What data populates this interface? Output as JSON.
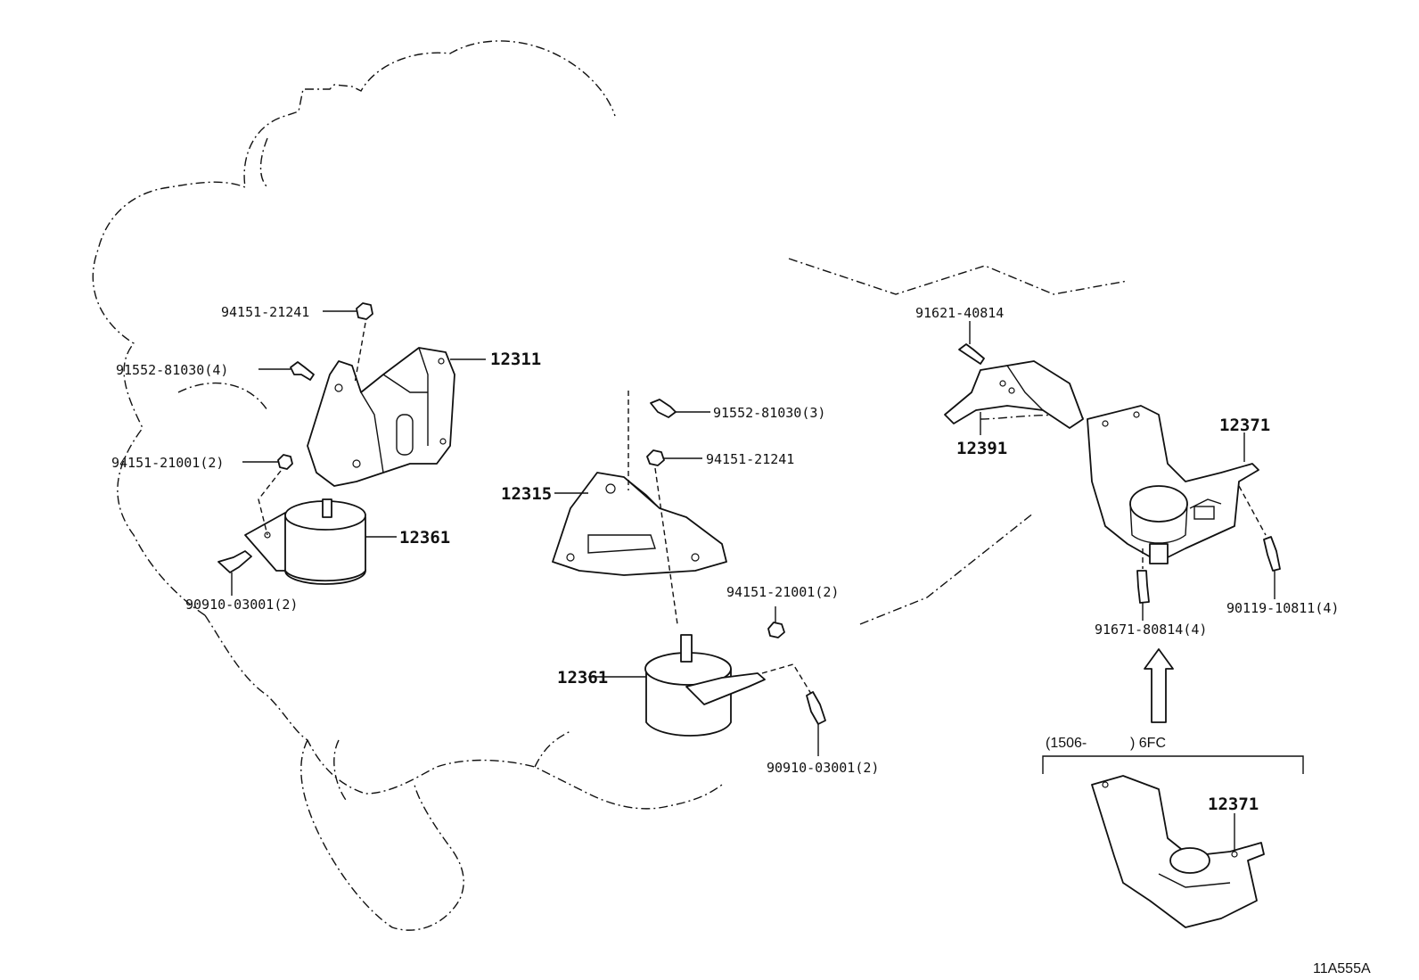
{
  "labels": {
    "p94151_21241_a": "94151-21241",
    "p91552_81030_4": "91552-81030(4)",
    "p94151_21001_2_a": "94151-21001(2)",
    "p90910_03001_2_a": "90910-03001(2)",
    "p12311": "12311",
    "p12361_a": "12361",
    "p91552_81030_3": "91552-81030(3)",
    "p94151_21241_b": "94151-21241",
    "p12315": "12315",
    "p94151_21001_2_b": "94151-21001(2)",
    "p12361_b": "12361",
    "p90910_03001_2_b": "90910-03001(2)",
    "p91621_40814": "91621-40814",
    "p12391": "12391",
    "p12371_a": "12371",
    "p90119_10811_4": "90119-10811(4)",
    "p91671_80814_4": "91671-80814(4)",
    "variant_note_open": "(1506-",
    "variant_note_close": ") 6FC",
    "p12371_b": "12371",
    "drawing_code": "11A555A"
  }
}
